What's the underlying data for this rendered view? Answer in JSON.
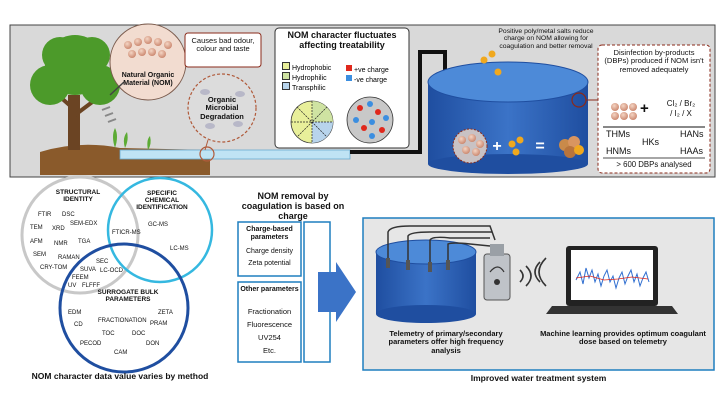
{
  "nom": {
    "label": "Natural Organic Material (NOM)"
  },
  "odour": {
    "text": "Causes bad odour, colour and taste"
  },
  "degradation": {
    "label": "Organic Microbial Degradation"
  },
  "character": {
    "title": "NOM character fluctuates affecting treatability",
    "legend": [
      {
        "label": "Hydrophobic",
        "color": "#e8ef9a"
      },
      {
        "label": "Hydrophilic",
        "color": "#cfe3a2"
      },
      {
        "label": "Transphilic",
        "color": "#b8d4ec"
      },
      {
        "label": "+ve charge",
        "color": "#e0281c"
      },
      {
        "label": "-ve charge",
        "color": "#3b8ee0"
      }
    ]
  },
  "salts": {
    "text": "Positive poly/metal salts reduce charge on NOM allowing for coagulation and better removal"
  },
  "dbp": {
    "title": "Disinfection by-products (DBPs) produced if NOM isn't removed adequately",
    "plus": "+",
    "reagent_line1": "Cl₂ / Br₂",
    "reagent_line2": "/ I₂ / X",
    "thms": "THMs",
    "hans": "HANs",
    "hks": "HKs",
    "hnms": "HNMs",
    "haas": "HAAs",
    "count": "> 600 DBPs analysed"
  },
  "tank": {
    "plus": "+",
    "equals": "="
  },
  "venn": {
    "structural": {
      "title": "STRUCTURAL IDENTITY",
      "methods": [
        "FTIR",
        "DSC",
        "SEM-EDX",
        "TEM",
        "XRD",
        "AFM",
        "NMR",
        "TGA",
        "SEM",
        "RAMAN",
        "CRY-TOM"
      ]
    },
    "chemical": {
      "title": "SPECIFIC CHEMICAL IDENTIFICATION",
      "methods": [
        "FTICR-MS",
        "GC-MS",
        "LC-MS"
      ]
    },
    "shared": [
      "SEC",
      "SUVA",
      "LC-OCD",
      "FEEM",
      "UV",
      "FLFFF"
    ],
    "surrogate": {
      "title": "SURROGATE BULK PARAMETERS",
      "methods": [
        "EDM",
        "ZETA",
        "CD",
        "FRACTIONATION",
        "PRAM",
        "TOC",
        "DOC",
        "PECOD",
        "DON",
        "CAM"
      ]
    },
    "caption": "NOM character data value varies by method"
  },
  "coag": {
    "title": "NOM removal by coagulation is based on charge",
    "charge_title": "Charge-based parameters",
    "charge_items": [
      "Charge density",
      "Zeta potential"
    ],
    "other_title": "Other parameters",
    "other_items": [
      "Fractionation",
      "Fluorescence",
      "UV254",
      "Etc."
    ]
  },
  "improved": {
    "telemetry": "Telemetry of primary/secondary parameters offer high frequency analysis",
    "ml": "Machine learning provides optimum coagulant dose based on telemetry",
    "caption": "Improved water treatment system"
  }
}
